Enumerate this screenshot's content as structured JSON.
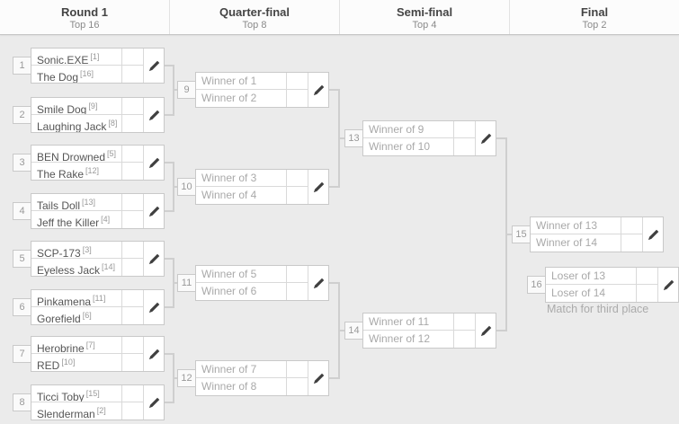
{
  "header": {
    "columns": [
      {
        "title": "Round 1",
        "subtitle": "Top 16"
      },
      {
        "title": "Quarter-final",
        "subtitle": "Top 8"
      },
      {
        "title": "Semi-final",
        "subtitle": "Top 4"
      },
      {
        "title": "Final",
        "subtitle": "Top 2"
      }
    ]
  },
  "rounds": [
    {
      "name": "Round 1",
      "matches": [
        {
          "id": "1",
          "slots": [
            {
              "name": "Sonic.EXE",
              "seed": "[1]",
              "score": ""
            },
            {
              "name": "The Dog",
              "seed": "[16]",
              "score": ""
            }
          ]
        },
        {
          "id": "2",
          "slots": [
            {
              "name": "Smile Dog",
              "seed": "[9]",
              "score": ""
            },
            {
              "name": "Laughing Jack",
              "seed": "[8]",
              "score": ""
            }
          ]
        },
        {
          "id": "3",
          "slots": [
            {
              "name": "BEN Drowned",
              "seed": "[5]",
              "score": ""
            },
            {
              "name": "The Rake",
              "seed": "[12]",
              "score": ""
            }
          ]
        },
        {
          "id": "4",
          "slots": [
            {
              "name": "Tails Doll",
              "seed": "[13]",
              "score": ""
            },
            {
              "name": "Jeff the Killer",
              "seed": "[4]",
              "score": ""
            }
          ]
        },
        {
          "id": "5",
          "slots": [
            {
              "name": "SCP-173",
              "seed": "[3]",
              "score": ""
            },
            {
              "name": "Eyeless Jack",
              "seed": "[14]",
              "score": ""
            }
          ]
        },
        {
          "id": "6",
          "slots": [
            {
              "name": "Pinkamena",
              "seed": "[11]",
              "score": ""
            },
            {
              "name": "Gorefield",
              "seed": "[6]",
              "score": ""
            }
          ]
        },
        {
          "id": "7",
          "slots": [
            {
              "name": "Herobrine",
              "seed": "[7]",
              "score": ""
            },
            {
              "name": "RED",
              "seed": "[10]",
              "score": ""
            }
          ]
        },
        {
          "id": "8",
          "slots": [
            {
              "name": "Ticci Toby",
              "seed": "[15]",
              "score": ""
            },
            {
              "name": "Slenderman",
              "seed": "[2]",
              "score": ""
            }
          ]
        }
      ]
    },
    {
      "name": "Quarter-final",
      "matches": [
        {
          "id": "9",
          "slots": [
            {
              "name": "Winner of 1",
              "score": ""
            },
            {
              "name": "Winner of 2",
              "score": ""
            }
          ]
        },
        {
          "id": "10",
          "slots": [
            {
              "name": "Winner of 3",
              "score": ""
            },
            {
              "name": "Winner of 4",
              "score": ""
            }
          ]
        },
        {
          "id": "11",
          "slots": [
            {
              "name": "Winner of 5",
              "score": ""
            },
            {
              "name": "Winner of 6",
              "score": ""
            }
          ]
        },
        {
          "id": "12",
          "slots": [
            {
              "name": "Winner of 7",
              "score": ""
            },
            {
              "name": "Winner of 8",
              "score": ""
            }
          ]
        }
      ]
    },
    {
      "name": "Semi-final",
      "matches": [
        {
          "id": "13",
          "slots": [
            {
              "name": "Winner of 9",
              "score": ""
            },
            {
              "name": "Winner of 10",
              "score": ""
            }
          ]
        },
        {
          "id": "14",
          "slots": [
            {
              "name": "Winner of 11",
              "score": ""
            },
            {
              "name": "Winner of 12",
              "score": ""
            }
          ]
        }
      ]
    },
    {
      "name": "Final",
      "matches": [
        {
          "id": "15",
          "slots": [
            {
              "name": "Winner of 13",
              "score": ""
            },
            {
              "name": "Winner of 14",
              "score": ""
            }
          ]
        },
        {
          "id": "16",
          "slots": [
            {
              "name": "Loser of 13",
              "score": ""
            },
            {
              "name": "Loser of 14",
              "score": ""
            }
          ],
          "caption": "Match for third place"
        }
      ]
    }
  ],
  "icons": {
    "edit": "pencil-icon"
  },
  "colors": {
    "page_background": "#ebebeb",
    "cell_background": "#ffffff",
    "border": "#c9c9c9",
    "connector": "#cfcfcf",
    "name_text": "#555555",
    "placeholder_text": "#a9a9a9",
    "header_title": "#444444",
    "header_subtitle": "#8a8a8a",
    "caption_text": "#ababab"
  }
}
